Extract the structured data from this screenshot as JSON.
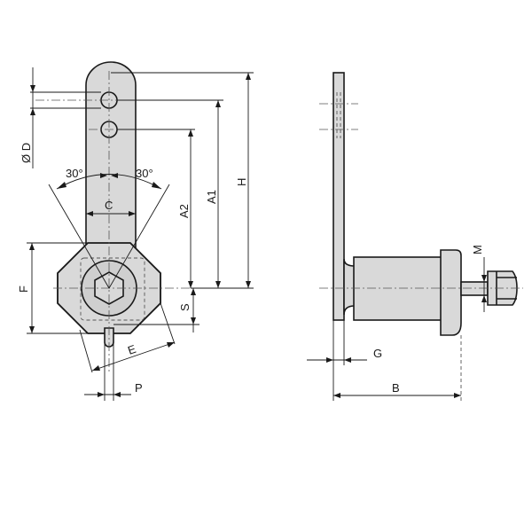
{
  "labels": {
    "d": "Ø D",
    "angle_left": "30°",
    "angle_right": "30°",
    "c": "C",
    "a2": "A2",
    "a1": "A1",
    "h": "H",
    "f": "F",
    "s": "S",
    "e": "E",
    "p": "P",
    "m": "M",
    "g": "G",
    "b": "B"
  }
}
